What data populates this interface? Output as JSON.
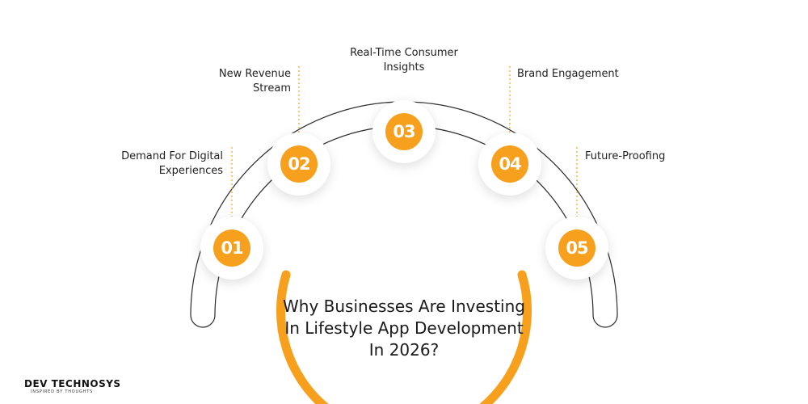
{
  "diagram": {
    "center_title": "Why Businesses Are Investing In Lifestyle App Development In 2026?",
    "accent_color": "#f7a01d",
    "steps": [
      {
        "number": "01",
        "label": "Demand For Digital Experiences"
      },
      {
        "number": "02",
        "label": "New Revenue Stream"
      },
      {
        "number": "03",
        "label": "Real-Time Consumer Insights"
      },
      {
        "number": "04",
        "label": "Brand Engagement"
      },
      {
        "number": "05",
        "label": "Future-Proofing"
      }
    ]
  },
  "brand": {
    "name": "DEV TECHNOSYS",
    "tagline": "INSPIRED BY THOUGHTS"
  }
}
